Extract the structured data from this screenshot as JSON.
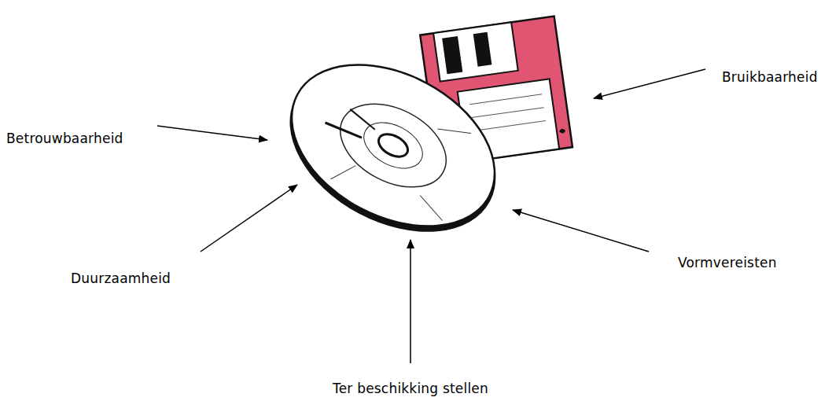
{
  "diagram": {
    "labels": [
      "Betrouwbaarheid",
      "Bruikbaarheid",
      "Duurzaamheid",
      "Ter beschikking stellen",
      "Vormvereisten"
    ]
  }
}
